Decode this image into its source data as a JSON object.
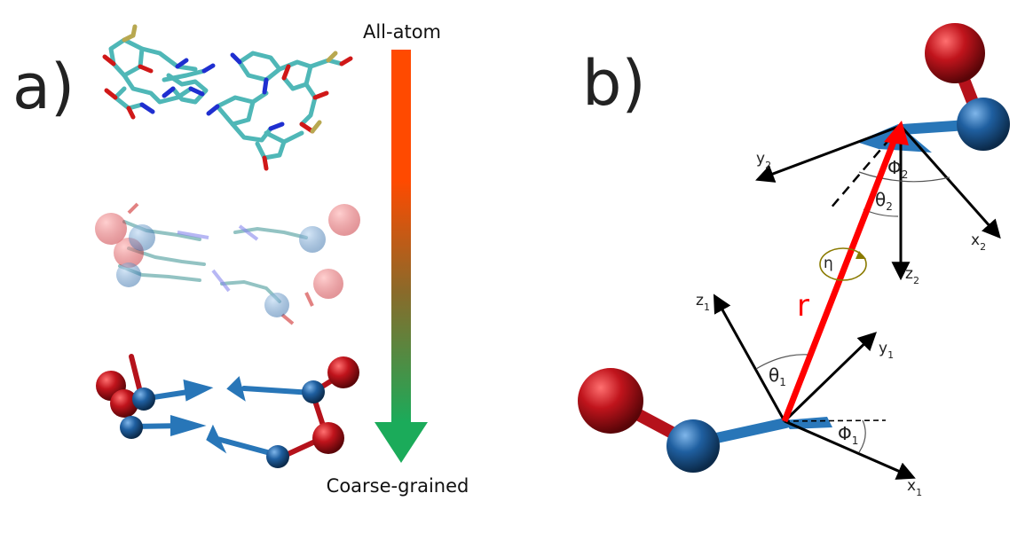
{
  "panel_a": {
    "label": "a)",
    "arrow_top_label": "All-atom",
    "arrow_bottom_label": "Coarse-grained"
  },
  "panel_b": {
    "label": "b)",
    "vector_label": "r",
    "eta": "η",
    "x1": "x",
    "x1_sub": "1",
    "y1": "y",
    "y1_sub": "1",
    "z1": "z",
    "z1_sub": "1",
    "x2": "x",
    "x2_sub": "2",
    "y2": "y",
    "y2_sub": "2",
    "z2": "z",
    "z2_sub": "2",
    "theta1": "θ",
    "theta1_sub": "1",
    "theta2": "θ",
    "theta2_sub": "2",
    "phi1": "Φ",
    "phi1_sub": "1",
    "phi2": "Φ",
    "phi2_sub": "2"
  },
  "colors": {
    "arrow_top": "#ff4a00",
    "arrow_bottom": "#1bab5a",
    "bead_red": "#b5121b",
    "bead_blue": "#1f5fa0",
    "r_vector": "#ff0000",
    "angle_arc": "#8a7a00"
  }
}
